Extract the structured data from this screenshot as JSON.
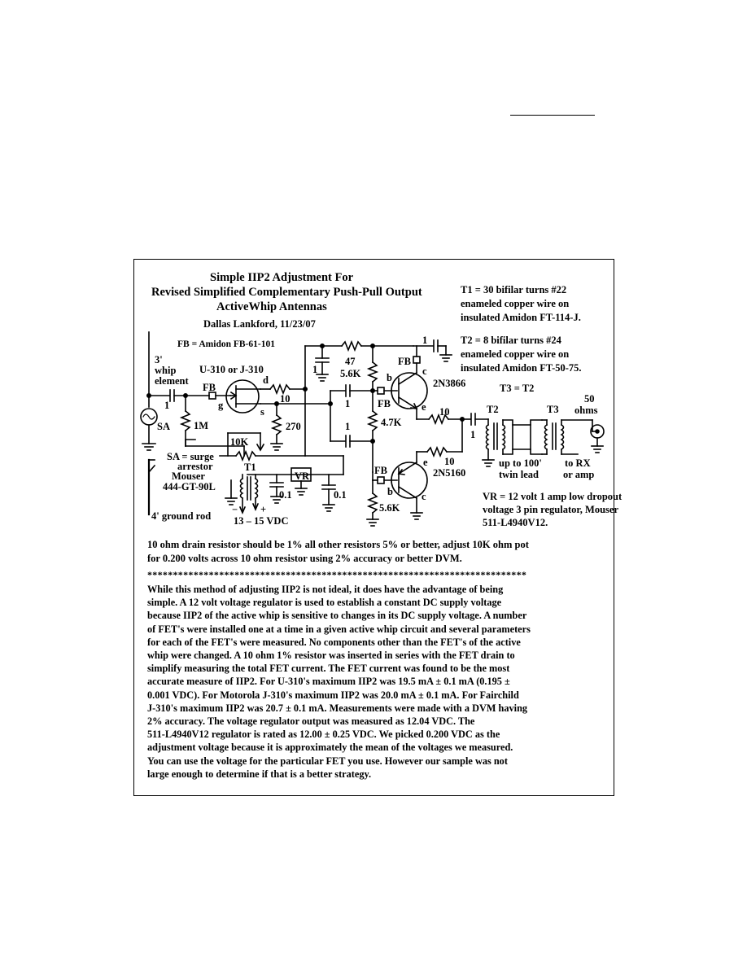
{
  "title": {
    "line1": "Simple IIP2 Adjustment For",
    "line2": "Revised Simplified Complementary Push-Pull Output",
    "line3": "ActiveWhip Antennas",
    "author": "Dallas Lankford, 11/23/07"
  },
  "specs": {
    "t1": [
      "T1 = 30 bifilar turns #22",
      "enameled copper wire on",
      "insulated Amidon FT-114-J."
    ],
    "t2": [
      "T2 = 8 bifilar turns #24",
      "enameled copper wire on",
      "insulated Amidon FT-50-75."
    ],
    "t3": "T3 = T2",
    "fb": "FB = Amidon FB-61-101",
    "vr": [
      "VR = 12 volt 1 amp low dropout",
      "voltage 3 pin regulator, Mouser",
      "511-L4940V12."
    ]
  },
  "labels": {
    "whip": [
      "3'",
      "whip",
      "element"
    ],
    "fet": "U-310 or J-310",
    "fb": "FB",
    "d": "d",
    "g": "g",
    "s": "s",
    "b": "b",
    "c": "c",
    "e": "e",
    "r10": "10",
    "r47": "47",
    "r56k": "5.6K",
    "r47k": "4.7K",
    "r270": "270",
    "r1m": "1M",
    "r10k": "10K",
    "c1": "1",
    "c01": "0.1",
    "sa": "SA",
    "q1": "2N3866",
    "q2": "2N5160",
    "t1": "T1",
    "t2": "T2",
    "t3": "T3",
    "vr": "VR",
    "ohms50": [
      "50",
      "ohms"
    ],
    "lead": [
      "up to 100'",
      "twin lead"
    ],
    "rx": [
      "to RX",
      "or amp"
    ],
    "sa_desc": [
      "SA = surge",
      "arrestor",
      "Mouser",
      "444-GT-90L"
    ],
    "minus": "−",
    "plus": "+",
    "vdc": "13 – 15 VDC",
    "ground_rod": "4' ground rod"
  },
  "note": [
    "10 ohm drain resistor should be 1%  all other resistors 5% or better, adjust 10K ohm pot",
    "for 0.200 volts across 10 ohm resistor using 2% accuracy or better DVM."
  ],
  "stars": "**************************************************************************",
  "paragraph": [
    "While this method of adjusting IIP2 is not ideal, it does have the advantage of being",
    "simple.  A 12 volt voltage regulator is used to establish a constant DC supply voltage",
    "because IIP2 of the active whip is sensitive to changes in its DC supply voltage.  A number",
    "of FET's were installed one at a time in a given active whip circuit and several parameters",
    "for each of the FET's were measured.  No components other than the FET's of the active",
    "whip were changed.  A 10 ohm 1% resistor was inserted in series with the FET drain to",
    "simplify measuring the total FET current.  The FET current was found to be the   most",
    "accurate measure of IIP2.  For U-310's maximum IIP2 was 19.5 mA ± 0.1 mA (0.195 ±",
    "0.001 VDC).  For Motorola J-310's maximum IIP2 was 20.0 mA ± 0.1 mA.  For Fairchild",
    " J-310's maximum IIP2 was 20.7 ± 0.1 mA.  Measurements were made with a DVM having",
    "2% accuracy.  The voltage regulator output was measured as 12.04 VDC.  The",
    "511-L4940V12 regulator is rated as 12.00 ± 0.25 VDC.  We picked 0.200 VDC as the",
    "adjustment voltage because it is approximately the mean of the voltages we measured.",
    "You can use the voltage for the particular FET you use.  However our sample was not",
    "large enough to determine if that is a better strategy."
  ]
}
